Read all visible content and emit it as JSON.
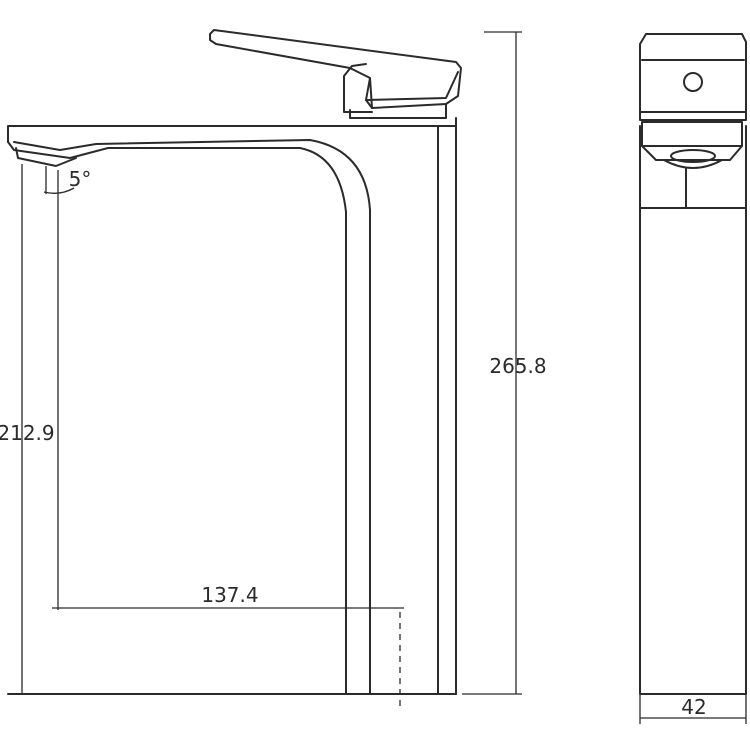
{
  "dimensions": {
    "total_height": "265.8",
    "spout_height": "212.9",
    "spout_reach": "137.4",
    "body_width": "42",
    "spout_angle": "5°"
  }
}
